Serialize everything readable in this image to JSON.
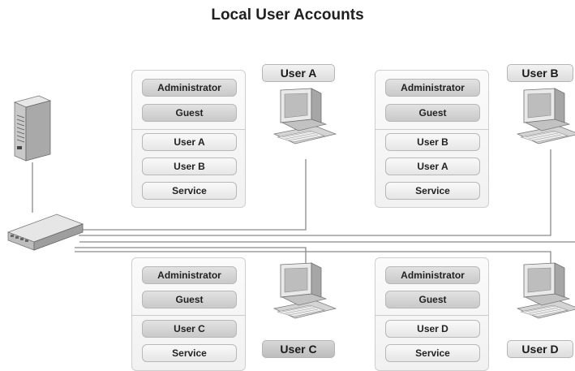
{
  "title": "Local User Accounts",
  "computers": [
    {
      "name": "User A",
      "accounts_builtin": [
        "Administrator",
        "Guest"
      ],
      "accounts_local": [
        "User A",
        "User B",
        "Service"
      ]
    },
    {
      "name": "User B",
      "accounts_builtin": [
        "Administrator",
        "Guest"
      ],
      "accounts_local": [
        "User B",
        "User A",
        "Service"
      ]
    },
    {
      "name": "User C",
      "accounts_builtin": [
        "Administrator",
        "Guest"
      ],
      "accounts_local": [
        "User C",
        "Service"
      ]
    },
    {
      "name": "User D",
      "accounts_builtin": [
        "Administrator",
        "Guest"
      ],
      "accounts_local": [
        "User D",
        "Service"
      ]
    }
  ],
  "devices": {
    "server_icon": "server-icon",
    "switch_icon": "network-switch-icon",
    "pc_icon": "desktop-computer-icon"
  }
}
